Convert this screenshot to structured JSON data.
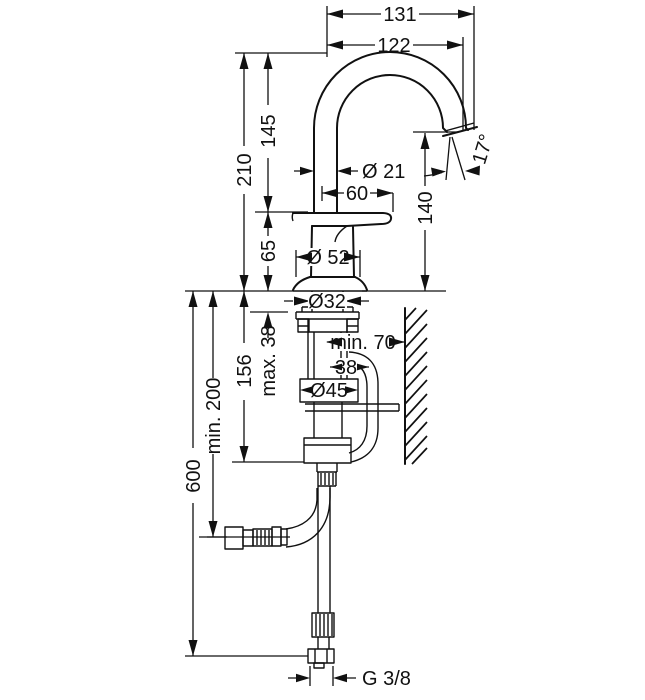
{
  "drawing": {
    "subject": "basin mixer faucet side elevation with installation dimensions",
    "units": "mm"
  },
  "dims": {
    "outer_projection": "131",
    "inner_projection": "122",
    "total_height": "210",
    "spout_height": "145",
    "base_height": "65",
    "spout_tube_diameter": "Ø 21",
    "handle_reach": "60",
    "outlet_height": "140",
    "outlet_angle": "17°",
    "base_diameter": "Ø 52",
    "shank_diameter": "Ø32",
    "max_deck_thickness": "max. 38",
    "below_deck_height": "156",
    "wall_clearance": "min. 70",
    "hose_wall_offset": "38",
    "valve_body_diameter": "Ø45",
    "hose_min_clearance": "min. 200",
    "hose_length": "600",
    "connection_thread": "G 3/8"
  }
}
